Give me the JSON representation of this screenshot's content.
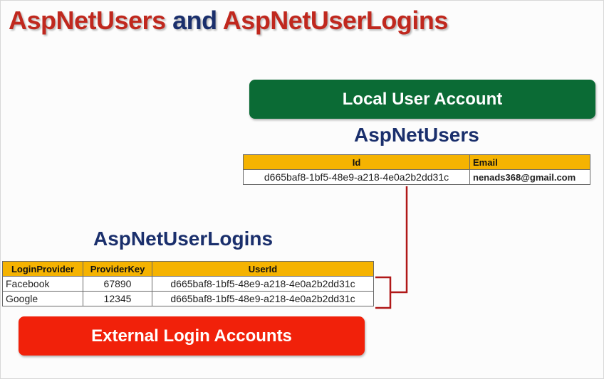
{
  "title": {
    "part1": "AspNetUsers",
    "part2": "and",
    "part3": "AspNetUserLogins"
  },
  "local_account_label": "Local User Account",
  "external_account_label": "External Login Accounts",
  "users_table": {
    "title": "AspNetUsers",
    "headers": {
      "id": "Id",
      "email": "Email"
    },
    "rows": [
      {
        "id": "d665baf8-1bf5-48e9-a218-4e0a2b2dd31c",
        "email": "nenads368@gmail.com"
      }
    ]
  },
  "logins_table": {
    "title": "AspNetUserLogins",
    "headers": {
      "provider": "LoginProvider",
      "key": "ProviderKey",
      "userid": "UserId"
    },
    "rows": [
      {
        "provider": "Facebook",
        "key": "67890",
        "userid": "d665baf8-1bf5-48e9-a218-4e0a2b2dd31c"
      },
      {
        "provider": "Google",
        "key": "12345",
        "userid": "d665baf8-1bf5-48e9-a218-4e0a2b2dd31c"
      }
    ]
  },
  "colors": {
    "title_red": "#c0281e",
    "title_blue": "#1a2f6c",
    "header_fill": "#f5b301",
    "green": "#0b6b35",
    "red": "#f1210a",
    "connector": "#b01818"
  }
}
